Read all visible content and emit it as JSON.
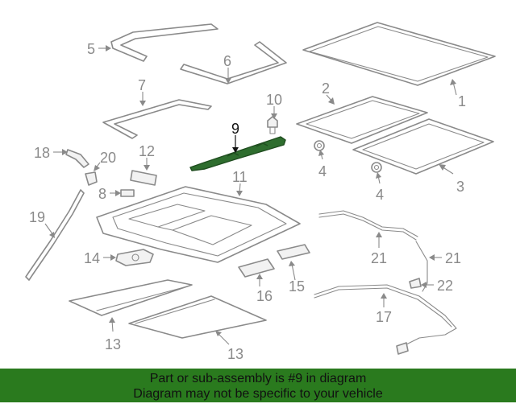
{
  "highlighted_part": "9",
  "highlight_color": "#2a7a1e",
  "callouts": {
    "c1": "1",
    "c2": "2",
    "c3": "3",
    "c4a": "4",
    "c4b": "4",
    "c5": "5",
    "c6": "6",
    "c7": "7",
    "c8": "8",
    "c9": "9",
    "c10": "10",
    "c11": "11",
    "c12": "12",
    "c13a": "13",
    "c13b": "13",
    "c14": "14",
    "c15": "15",
    "c16": "16",
    "c17": "17",
    "c18": "18",
    "c19": "19",
    "c20": "20",
    "c21a": "21",
    "c21b": "21",
    "c22": "22"
  },
  "banner": {
    "line1": "Part or sub-assembly is #9 in diagram",
    "line2": "Diagram may not be specific to your vehicle"
  }
}
